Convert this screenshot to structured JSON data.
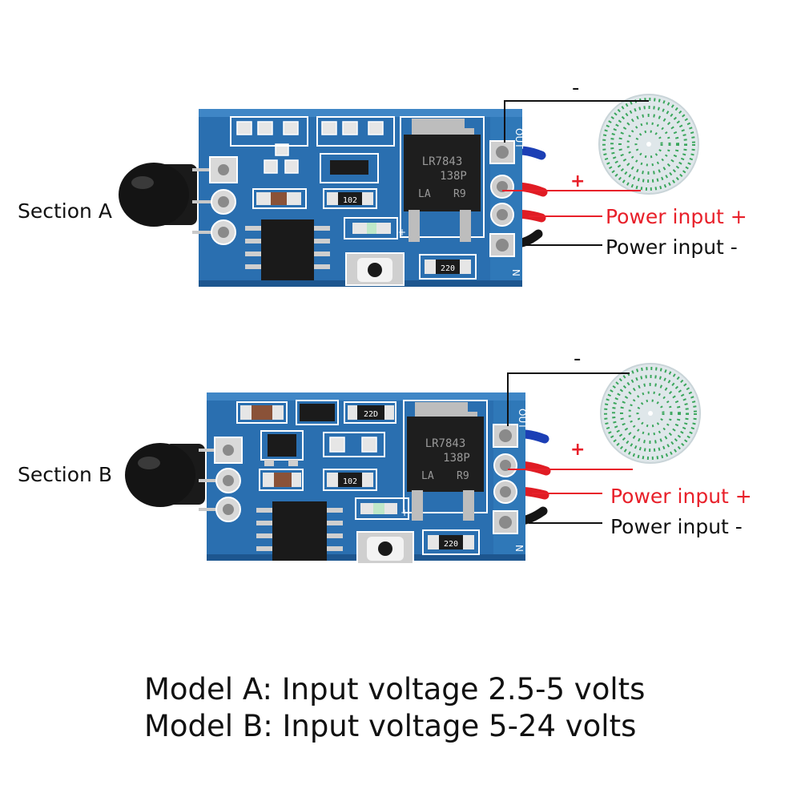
{
  "colors": {
    "pcb": "#2a6fb0",
    "pcb_dark": "#1d568f",
    "label_red": "#e8202a",
    "label_black": "#111111",
    "wire_blue": "#1c3fb5",
    "wire_red": "#e01c24",
    "wire_black": "#151515",
    "sensor": "#141414",
    "disc": "#dfe7ea"
  },
  "section_a": {
    "label": "Section A",
    "minus": "-",
    "plus": "+",
    "power_plus": "Power input +",
    "power_minus": "Power input -",
    "pcb": {
      "pin_out": "OUT",
      "pin_n": "N",
      "regulator_line1": "LR7843",
      "regulator_line2": "138P",
      "regulator_line3": "LA",
      "regulator_line4": "R9",
      "resistor_102": "102",
      "resistor_220": "220",
      "plus_mark": "+"
    }
  },
  "section_b": {
    "label": "Section B",
    "minus": "-",
    "plus": "+",
    "power_plus": "Power input +",
    "power_minus": "Power input -",
    "pcb": {
      "pin_out": "OUT",
      "pin_n": "N",
      "regulator_line1": "LR7843",
      "regulator_line2": "138P",
      "regulator_line3": "LA",
      "regulator_line4": "R9",
      "resistor_102": "102",
      "resistor_220": "220",
      "resistor_22d": "22D",
      "plus_mark": "+"
    }
  },
  "caption": {
    "line1": "Model A: Input voltage 2.5-5 volts",
    "line2": "Model B: Input voltage 5-24 volts"
  }
}
